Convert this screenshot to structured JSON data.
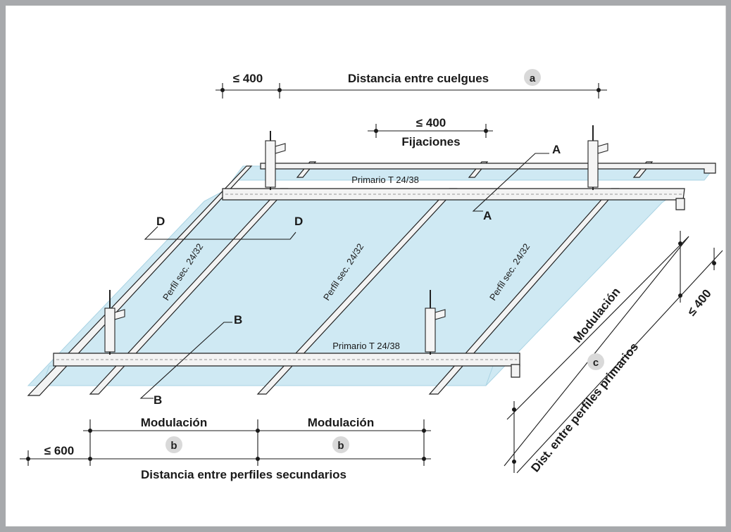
{
  "colors": {
    "background": "#a7a9ac",
    "panel": "#ffffff",
    "board": "#cfe9f3",
    "board_edge": "#a9d3e3",
    "badge": "#d9d9d9",
    "line": "#1a1a1a"
  },
  "top": {
    "max_offset": "≤ 400",
    "hanger_spacing": "Distancia entre cuelgues",
    "badge": "a"
  },
  "fixings": {
    "max": "≤ 400",
    "label": "Fijaciones"
  },
  "sections": {
    "A_upper": "A",
    "A_lower": "A",
    "B_upper": "B",
    "B_lower": "B",
    "D_left": "D",
    "D_right": "D"
  },
  "profiles": {
    "primary_back": "Primario T 24/38",
    "primary_front": "Primario T 24/38",
    "secondary_1": "Perfil sec. 24/32",
    "secondary_2": "Perfil sec. 24/32",
    "secondary_3": "Perfil sec. 24/32"
  },
  "bottom": {
    "modulation_1": "Modulación",
    "modulation_2": "Modulación",
    "badge_1": "b",
    "badge_2": "b",
    "max_offset": "≤ 600",
    "secondary_spacing": "Distancia entre perfiles secundarios"
  },
  "right": {
    "modulation": "Modulación",
    "badge": "c",
    "primary_spacing": "Dist. entre perfiles primarios",
    "max_offset": "≤ 400"
  }
}
